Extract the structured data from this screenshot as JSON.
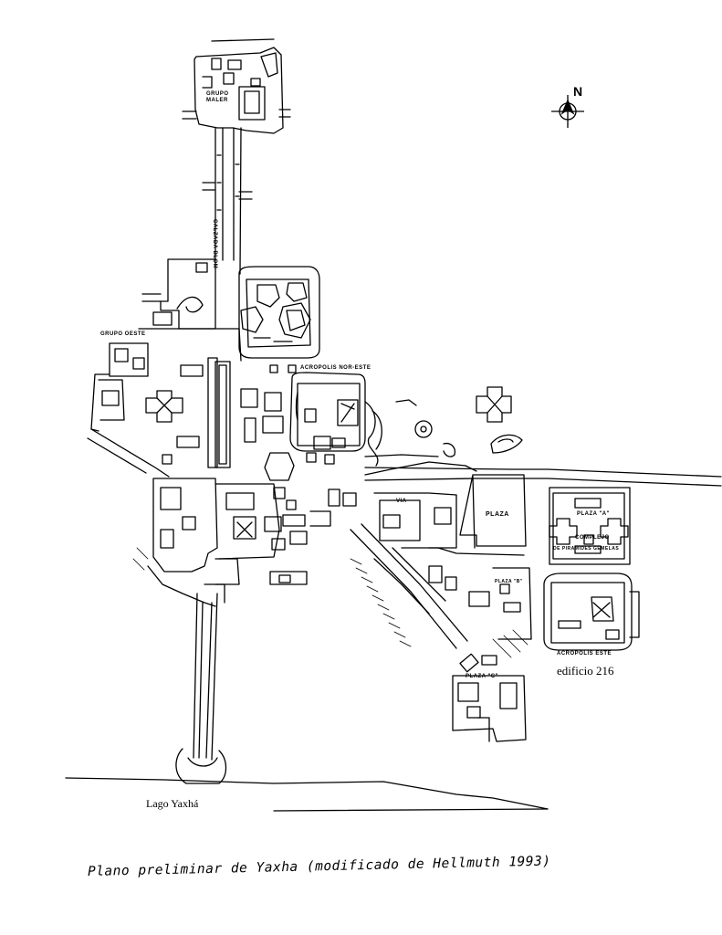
{
  "map": {
    "north_label": "N",
    "labels": {
      "grupo_maler": "GRUPO\nMALER",
      "calzada_blom": "CALZADA BLOM",
      "grupo_oeste": "GRUPO OESTE",
      "acropolis_nor_este": "ACROPOLIS NOR-ESTE",
      "plaza": "PLAZA",
      "via": "VIA",
      "plaza_a": "PLAZA \"A\"",
      "complejo": "COMPLEJO",
      "de_piramides_gemelas": "DE PIRAMIDES GEMELAS",
      "plaza_b": "PLAZA \"B\"",
      "acropolis_este": "ACROPOLIS ESTE",
      "edificio_216": "edificio 216",
      "plaza_c": "PLAZA \"C\"",
      "lago_yaxha": "Lago Yaxhá"
    },
    "caption": "Plano preliminar de Yaxha (modificado de Hellmuth 1993)"
  }
}
